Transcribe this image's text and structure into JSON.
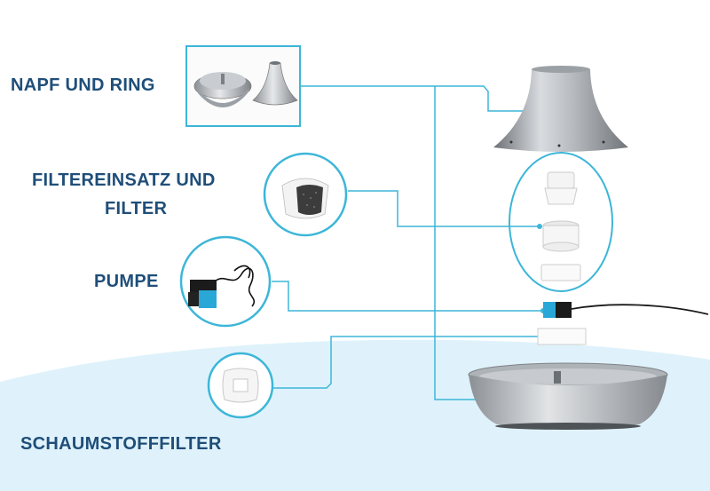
{
  "labels": {
    "bowl_and_ring": "NAPF UND RING",
    "filter_insert_line1": "FILTEREINSATZ UND",
    "filter_insert_line2": "FILTER",
    "pump": "PUMPE",
    "foam_filter": "SCHAUMSTOFFFILTER"
  },
  "colors": {
    "label_text": "#1f4e79",
    "connector_line": "#3db6d8",
    "background_wave": "#dff2fb"
  },
  "icons": {
    "bowl_and_ring_photo": "stainless-bowl-and-cone-ring",
    "filter_insert_photo": "filter-cartridge",
    "pump_photo": "aquarium-pump-with-cable",
    "foam_filter_photo": "square-foam-filter",
    "assembly_cone": "steel-cone-ring",
    "assembly_filter_stack": "white-filter-stack",
    "assembly_pump": "pump-with-cable",
    "assembly_foam": "foam-block",
    "assembly_bowl": "steel-bowl"
  }
}
